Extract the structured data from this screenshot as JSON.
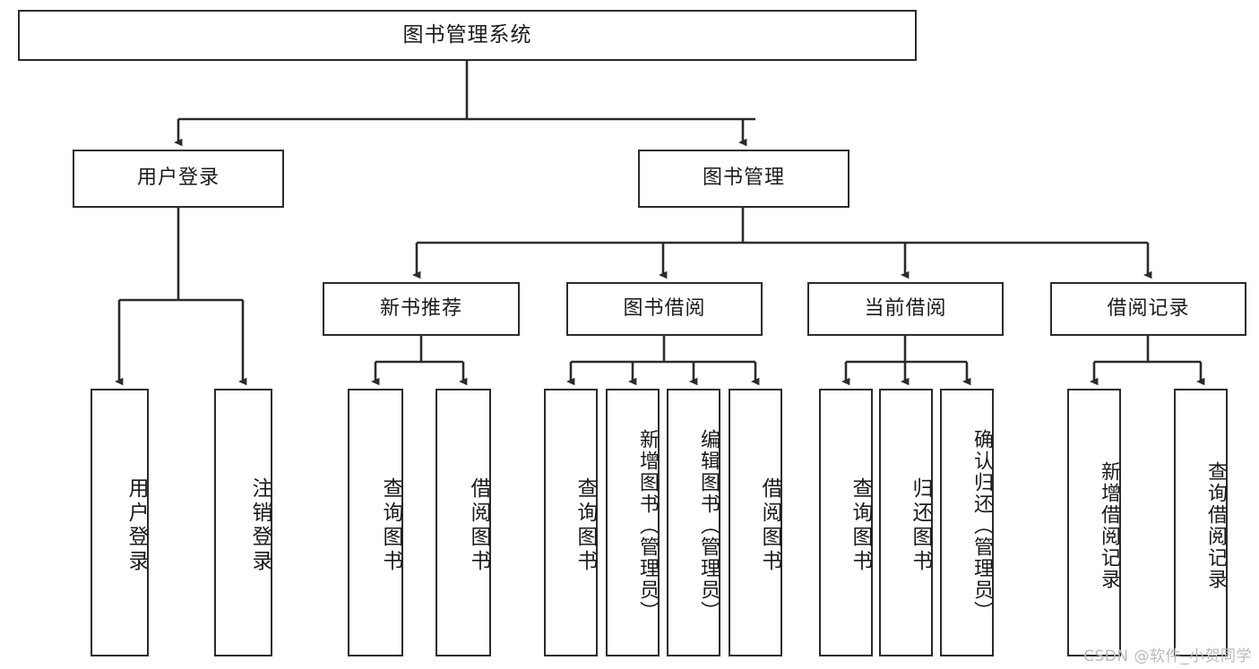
{
  "diagram": {
    "type": "tree-hierarchy",
    "title": "图书管理系统",
    "root": {
      "label": "图书管理系统"
    },
    "level2": [
      {
        "id": "user-login",
        "label": "用户登录"
      },
      {
        "id": "book-manage",
        "label": "图书管理"
      }
    ],
    "level3": [
      {
        "id": "new-book-recommend",
        "label": "新书推荐"
      },
      {
        "id": "book-borrow",
        "label": "图书借阅"
      },
      {
        "id": "current-borrow",
        "label": "当前借阅"
      },
      {
        "id": "borrow-record",
        "label": "借阅记录"
      }
    ],
    "leaves": {
      "user_login": [
        {
          "id": "leaf-user-login",
          "label": "用户登录"
        },
        {
          "id": "leaf-logout-login",
          "label": "注销登录"
        }
      ],
      "new_book_recommend": [
        {
          "id": "leaf-query-book-1",
          "label": "查询图书"
        },
        {
          "id": "leaf-borrow-book-1",
          "label": "借阅图书"
        }
      ],
      "book_borrow": [
        {
          "id": "leaf-query-book-2",
          "label": "查询图书"
        },
        {
          "id": "leaf-add-book",
          "label": "新增图书（管理员）"
        },
        {
          "id": "leaf-edit-book",
          "label": "编辑图书（管理员）"
        },
        {
          "id": "leaf-borrow-book-2",
          "label": "借阅图书"
        }
      ],
      "current_borrow": [
        {
          "id": "leaf-query-book-3",
          "label": "查询图书"
        },
        {
          "id": "leaf-return-book",
          "label": "归还图书"
        },
        {
          "id": "leaf-confirm-return",
          "label": "确认归还（管理员）"
        }
      ],
      "borrow_record": [
        {
          "id": "leaf-add-record",
          "label": "新增借阅记录"
        },
        {
          "id": "leaf-query-record",
          "label": "查询借阅记录"
        }
      ]
    },
    "colors": {
      "stroke": "#2b2b2b",
      "fill": "#ffffff",
      "text": "#1a1a1a",
      "watermark": "#b9b9b9"
    }
  },
  "watermark": {
    "text": "CSDN @软件_小贺同学"
  }
}
